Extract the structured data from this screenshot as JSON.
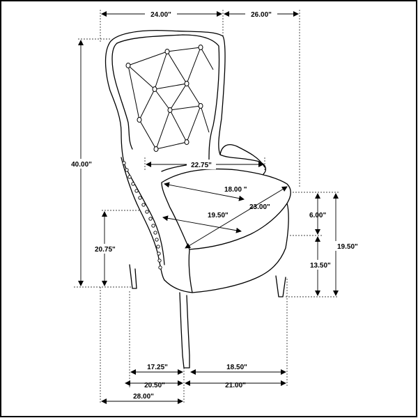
{
  "dimensions": {
    "overall_width": "24.00\"",
    "overall_depth": "26.00\"",
    "overall_height": "40.00\"",
    "arm_inner_width": "22.75\"",
    "seat_depth_diag": "18.00 \"",
    "seat_width_front": "23.00\"",
    "seat_depth_side": "19.50\"",
    "seat_cushion_thickness": "6.00\"",
    "seat_height": "19.50\"",
    "leg_height": "13.50\"",
    "arm_height": "20.75\"",
    "leg_span_front": "17.25\"",
    "leg_span_side": "18.50\"",
    "base_front": "20.50\"",
    "base_side": "21.00\"",
    "base_diag": "28.00\""
  }
}
